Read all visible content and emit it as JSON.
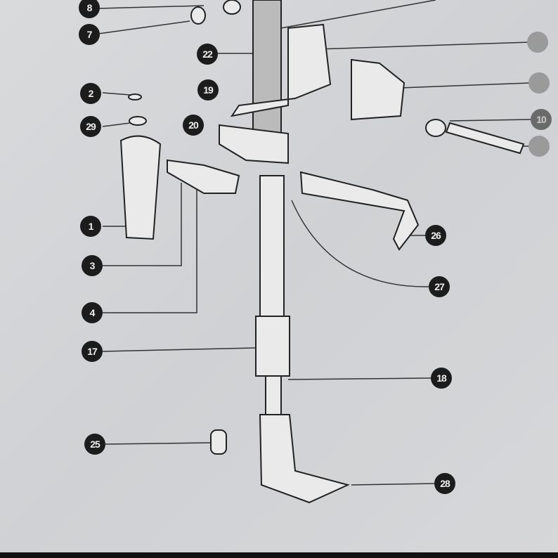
{
  "diagram": {
    "labels": [
      {
        "id": "8",
        "text": "8"
      },
      {
        "id": "7",
        "text": "7"
      },
      {
        "id": "22",
        "text": "22"
      },
      {
        "id": "2",
        "text": "2"
      },
      {
        "id": "19",
        "text": "19"
      },
      {
        "id": "29",
        "text": "29"
      },
      {
        "id": "20",
        "text": "20"
      },
      {
        "id": "1",
        "text": "1"
      },
      {
        "id": "3",
        "text": "3"
      },
      {
        "id": "4",
        "text": "4"
      },
      {
        "id": "26",
        "text": "26"
      },
      {
        "id": "27",
        "text": "27"
      },
      {
        "id": "17",
        "text": "17"
      },
      {
        "id": "18",
        "text": "18"
      },
      {
        "id": "25",
        "text": "25"
      },
      {
        "id": "28",
        "text": "28"
      },
      {
        "id": "10",
        "text": "10"
      }
    ]
  }
}
